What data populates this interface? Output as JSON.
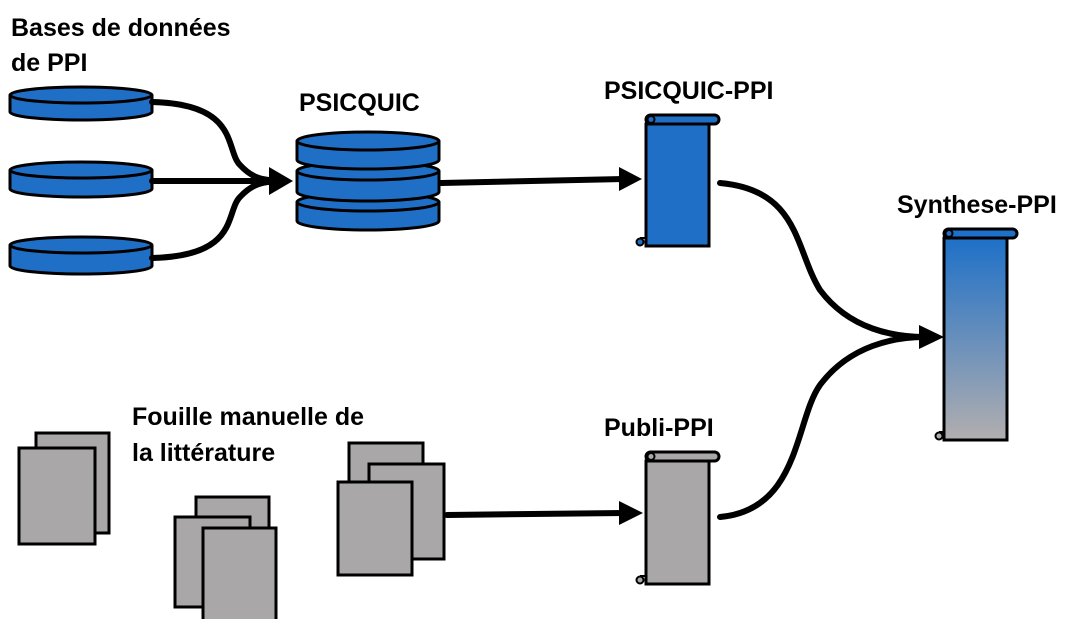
{
  "labels": {
    "ppi_databases_line1": "Bases de données",
    "ppi_databases_line2": "de PPI",
    "psicquic": "PSICQUIC",
    "psicquic_ppi": "PSICQUIC-PPI",
    "synthese_ppi": "Synthese-PPI",
    "literature_line1": "Fouille manuelle de",
    "literature_line2": "la littérature",
    "publi_ppi": "Publi-PPI"
  },
  "colors": {
    "database_blue": "#1f6fc6",
    "document_gray": "#a9a7a7",
    "gradient_top": "#1e70c8",
    "gradient_bottom": "#b2aeaf",
    "stroke": "#000000"
  }
}
